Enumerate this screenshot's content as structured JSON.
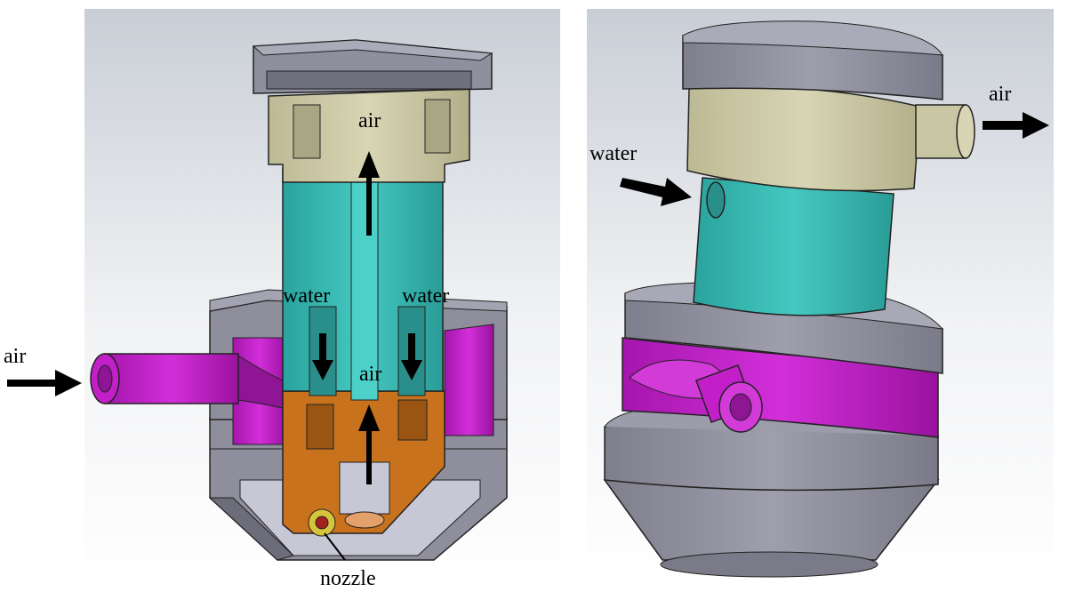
{
  "labels": {
    "air_top": "air",
    "air_mid": "air",
    "air_left": "air",
    "air_right": "air",
    "water_left": "water",
    "water_right": "water",
    "water_ext": "water",
    "nozzle": "nozzle"
  },
  "colors": {
    "lid": "#8f8f9e",
    "lid_dark": "#6f6f7d",
    "chamber": "#c9c6a4",
    "chamber_dark": "#a9a684",
    "tube": "#3bb9b3",
    "tube_dark": "#2a8f8a",
    "inlet": "#c21fc9",
    "inlet_dark": "#8e1594",
    "housing": "#8e8e9c",
    "housing_dark": "#6c6c7a",
    "cone_inner": "#c7c7d6",
    "nozzle_body": "#c8721e",
    "nozzle_dark": "#9a5512",
    "arrow": "#000000"
  }
}
